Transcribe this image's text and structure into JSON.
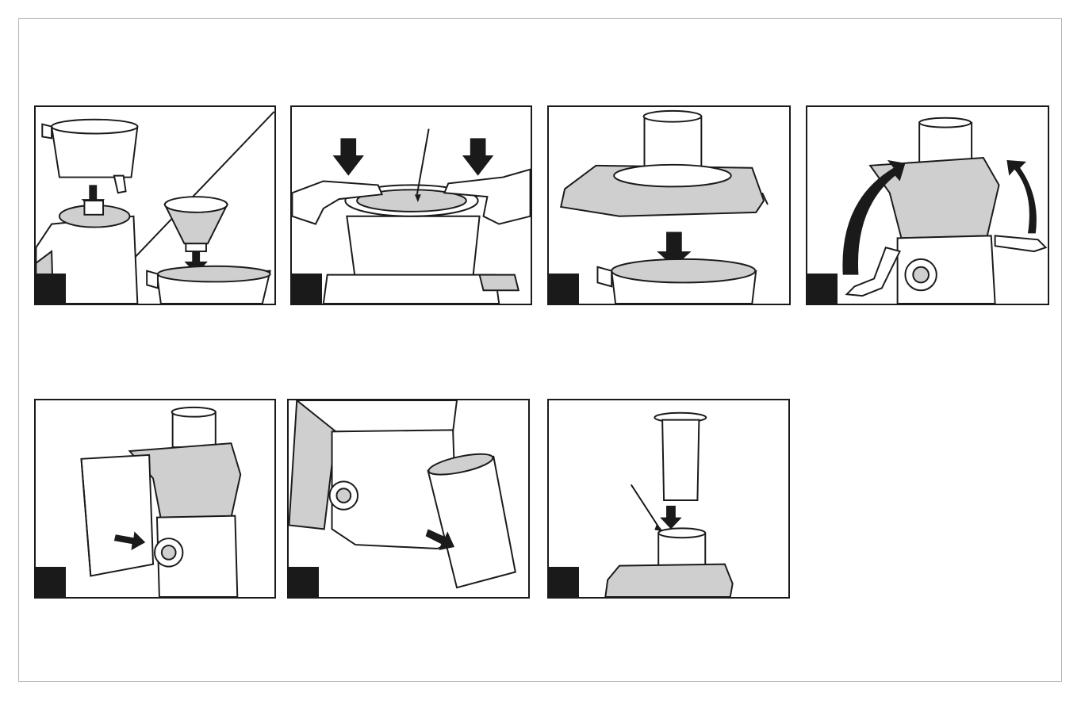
{
  "steps": [
    {
      "id": "step-1",
      "label": ""
    },
    {
      "id": "step-2",
      "label": ""
    },
    {
      "id": "step-3",
      "label": ""
    },
    {
      "id": "step-4",
      "label": ""
    },
    {
      "id": "step-5",
      "label": ""
    },
    {
      "id": "step-6",
      "label": ""
    },
    {
      "id": "step-7",
      "label": ""
    }
  ],
  "colors": {
    "ink": "#1a1a1a",
    "frame": "#b5b5b5",
    "shade": "#cfcfcf"
  }
}
